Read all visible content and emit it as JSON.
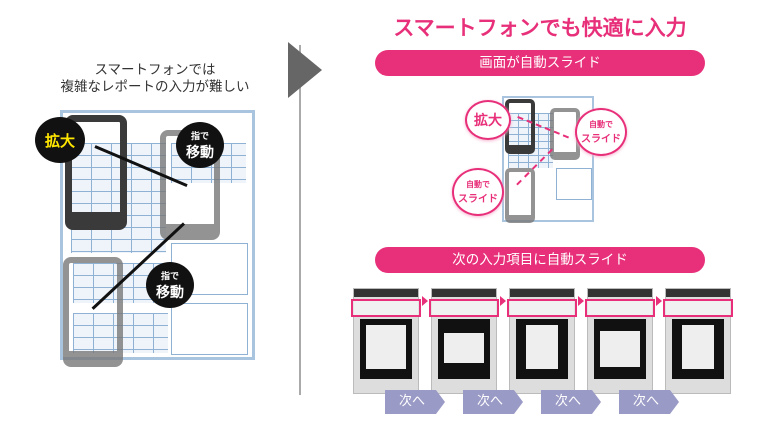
{
  "left": {
    "title_line1": "スマートフォンでは",
    "title_line2": "複雑なレポートの入力が難しい",
    "zoom_label": "拡大",
    "finger_move_small": "指で",
    "finger_move_big": "移動"
  },
  "right": {
    "title": "スマートフォンでも快適に入力",
    "banner1": "画面が自動スライド",
    "zoom_label": "拡大",
    "auto_small": "自動で",
    "auto_big": "スライド",
    "banner2": "次の入力項目に自動スライド",
    "next_label": "次へ"
  },
  "colors": {
    "accent": "#e8307a",
    "next_arrow": "#9a9ac6",
    "doc_border": "#a9c4de"
  }
}
